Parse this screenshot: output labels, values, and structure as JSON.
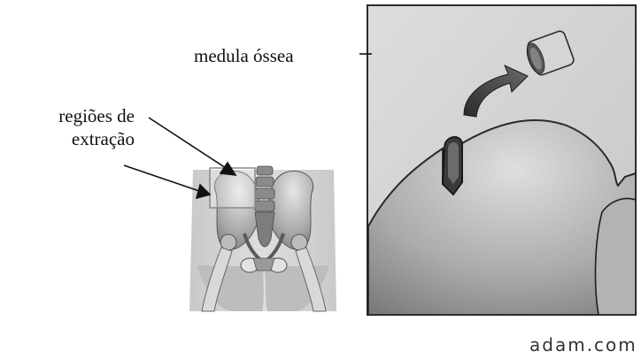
{
  "labels": {
    "bone_marrow": "medula óssea",
    "extraction_regions_line1": "regiões de",
    "extraction_regions_line2": "extração"
  },
  "credit": "adam.com"
}
